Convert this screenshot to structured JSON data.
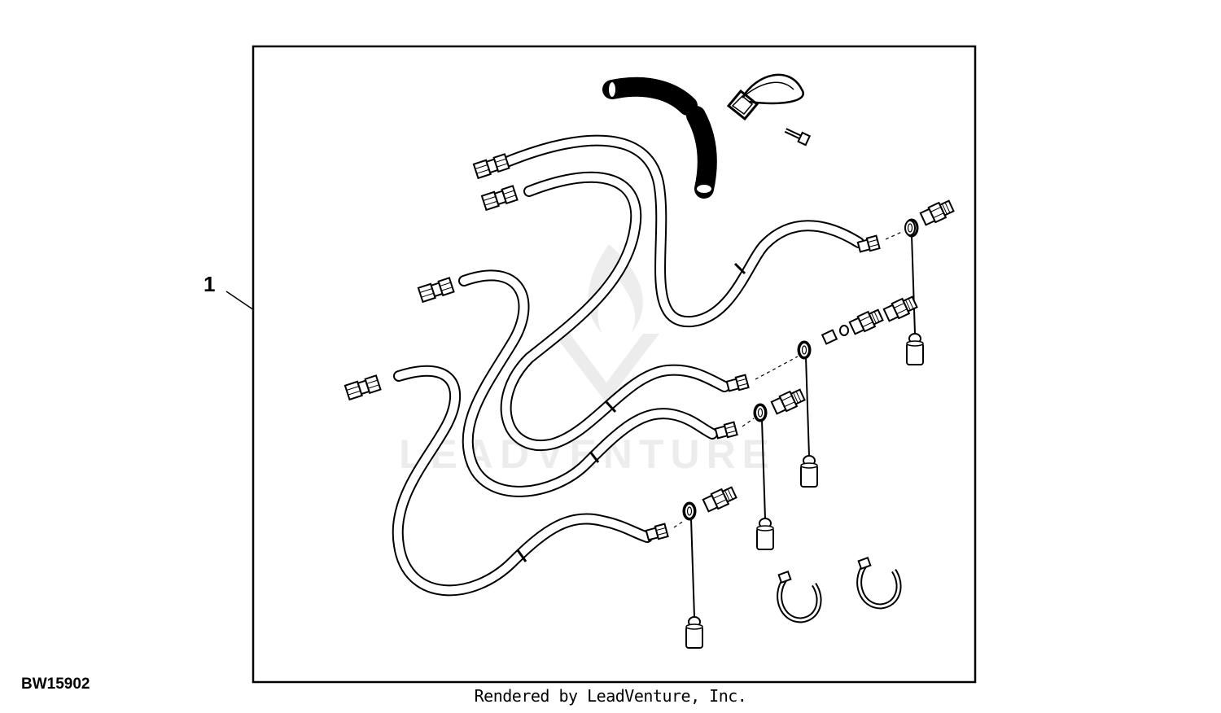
{
  "diagram": {
    "callout_number": "1",
    "figure_id": "BW15902",
    "credit": "Rendered by LeadVenture, Inc.",
    "watermark": "LEADVENTURE"
  },
  "colors": {
    "line": "#000000",
    "background": "#ffffff",
    "watermark": "#000000"
  },
  "parts": [
    "hose-assembly",
    "hose-assembly",
    "hose-assembly",
    "hose-assembly",
    "protective-sleeve",
    "lock-pin",
    "bolt",
    "dust-cap",
    "adapter-fitting",
    "o-ring",
    "hose-clamp"
  ]
}
